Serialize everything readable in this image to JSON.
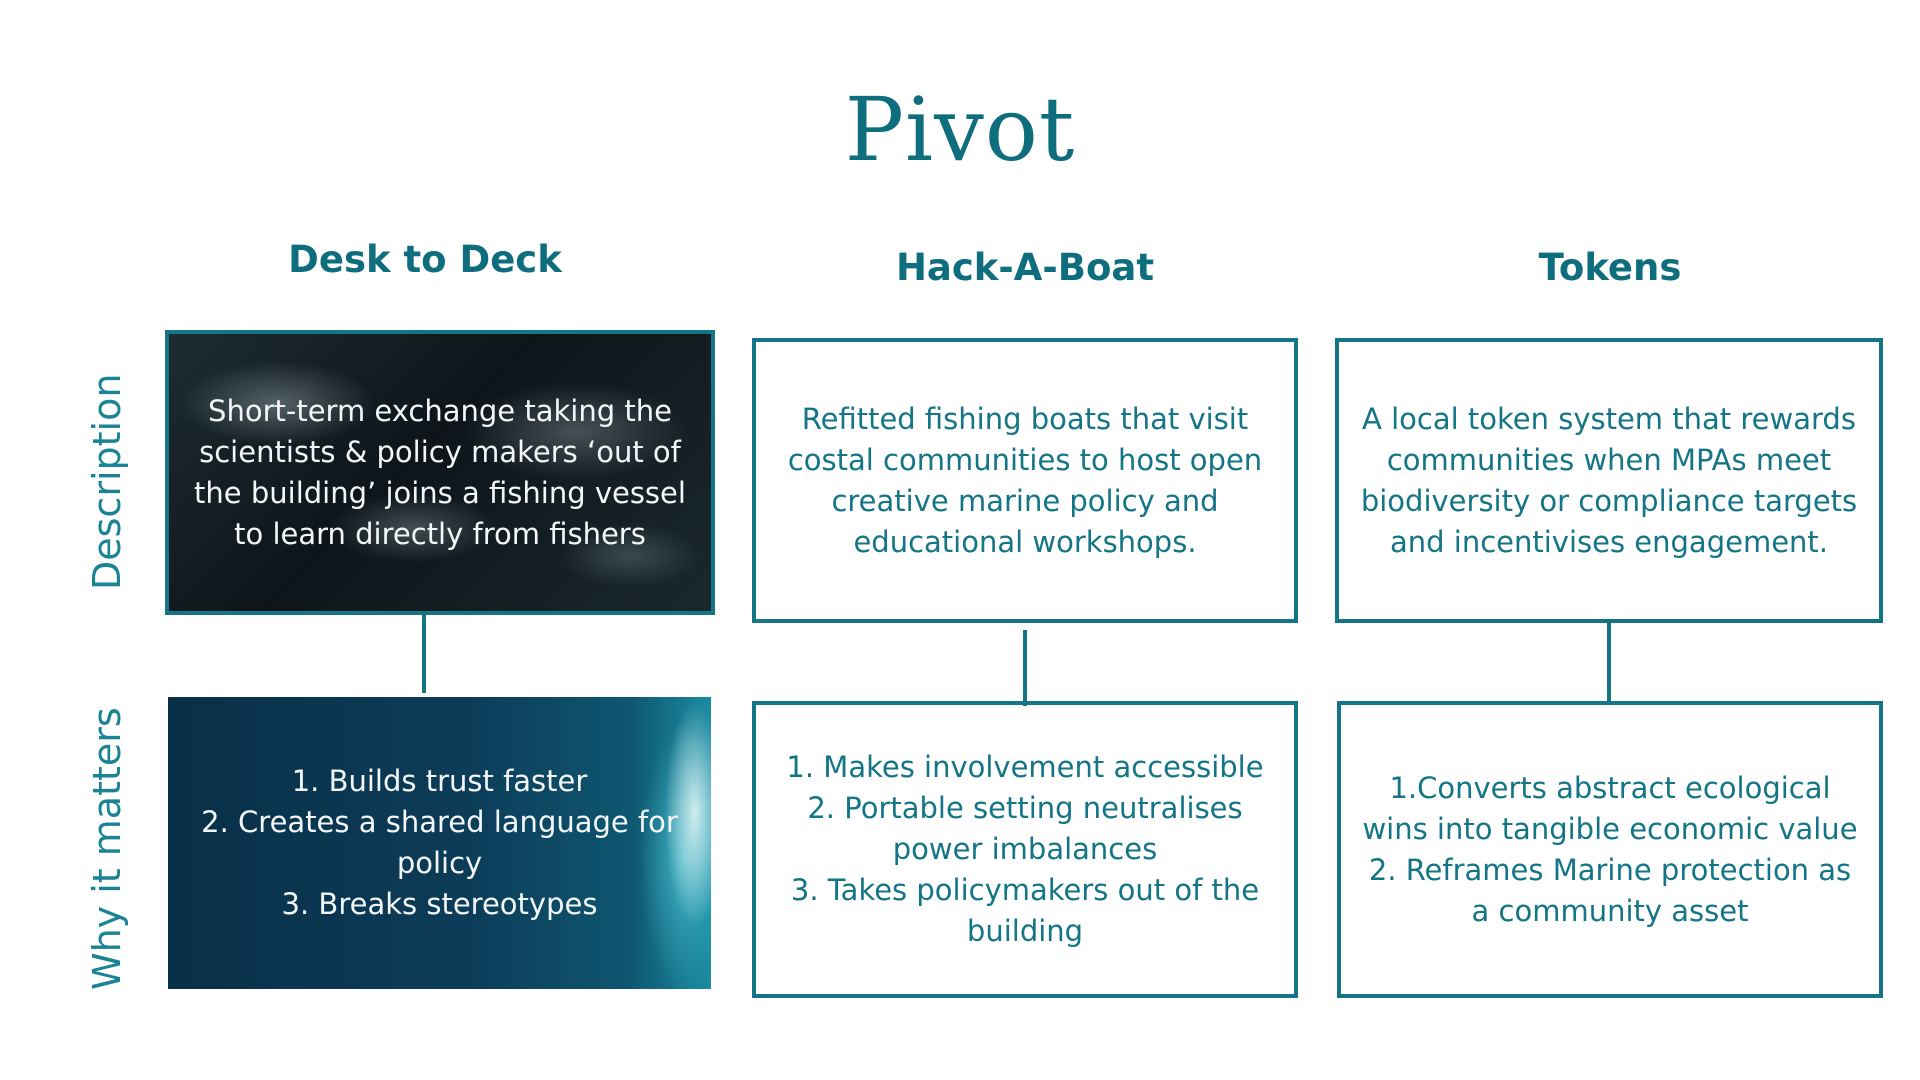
{
  "title": "Pivot",
  "columns": [
    {
      "heading": "Desk to Deck",
      "description": "Short-term exchange taking the scientists & policy makers ‘out of the building’ joins a fishing vessel to learn directly from fishers",
      "why_lines": [
        "1. Builds trust faster",
        "2. Creates a shared language for policy",
        "3. Breaks stereotypes"
      ]
    },
    {
      "heading": "Hack-A-Boat",
      "description": "Refitted fishing boats that visit costal communities to host open creative marine policy and educational workshops.",
      "why_lines": [
        "1.  Makes involvement accessible",
        "2. Portable setting neutralises power imbalances",
        "3. Takes policymakers out of the building"
      ]
    },
    {
      "heading": "Tokens",
      "description": "A local token system that rewards communities when MPAs meet biodiversity or compliance targets and incentivises engagement.",
      "why_lines": [
        "1.Converts abstract ecological wins into tangible economic value",
        "2. Reframes Marine protection as a community asset"
      ]
    }
  ],
  "row_labels": {
    "description": "Description",
    "why": "Why it matters"
  }
}
